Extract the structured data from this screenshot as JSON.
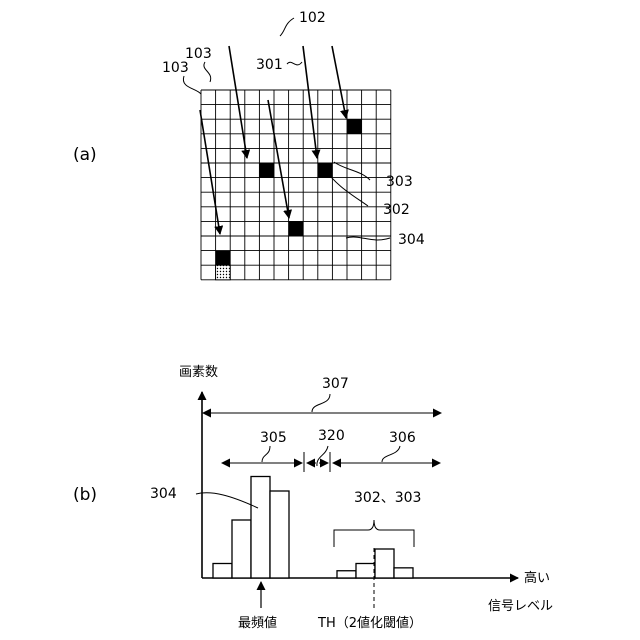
{
  "panel_a": {
    "label": "(a)",
    "refs": {
      "sensor": "102",
      "pixel_top": "103",
      "pixel_left": "103",
      "ray": "301",
      "defect_303": "303",
      "defect_302": "302",
      "background": "304"
    },
    "grid": {
      "cols": 13,
      "rows": 13
    },
    "black_cells": [
      {
        "col": 10,
        "row": 2
      },
      {
        "col": 4,
        "row": 5
      },
      {
        "col": 8,
        "row": 5
      },
      {
        "col": 6,
        "row": 9
      },
      {
        "col": 1,
        "row": 11
      }
    ],
    "hatched_cells": [
      {
        "col": 1,
        "row": 12
      }
    ]
  },
  "panel_b": {
    "label": "(b)",
    "y_axis_label": "画素数",
    "x_axis_high": "高い",
    "x_axis_label": "信号レベル",
    "mode_label": "最頻値",
    "threshold_label": "TH（2値化閾値）",
    "refs": {
      "total_range": "307",
      "range_305": "305",
      "range_320": "320",
      "range_306": "306",
      "peak_304": "304",
      "peak_302_303": "302、303"
    },
    "histogram": {
      "main_peak": [
        1,
        4,
        7,
        6
      ],
      "defect_peak": [
        0.5,
        1,
        2,
        0.7
      ]
    }
  }
}
